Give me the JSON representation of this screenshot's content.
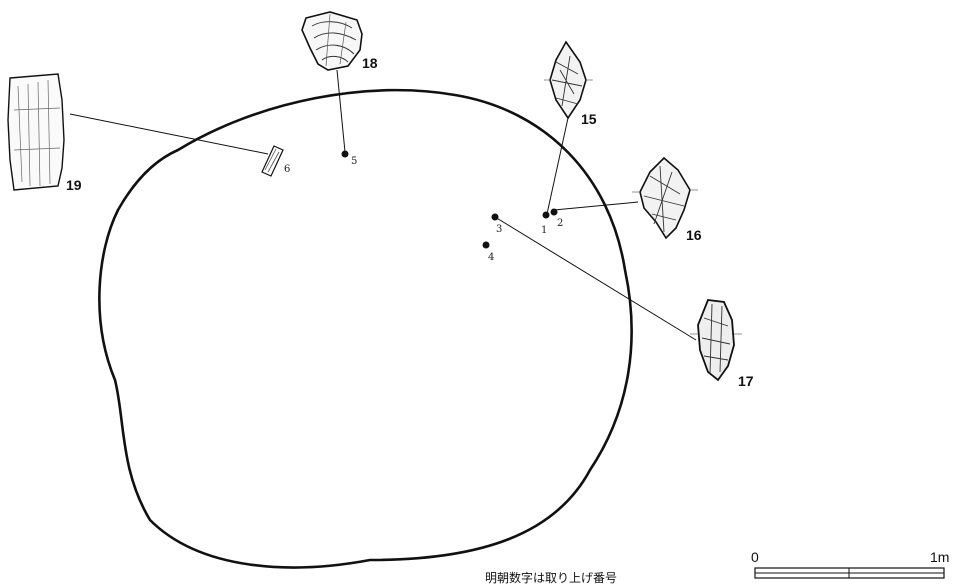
{
  "artifacts": [
    {
      "id": "18",
      "label": "18",
      "icon": "stone-flake-icon"
    },
    {
      "id": "15",
      "label": "15",
      "icon": "arrowhead-icon"
    },
    {
      "id": "16",
      "label": "16",
      "icon": "arrowhead-icon"
    },
    {
      "id": "17",
      "label": "17",
      "icon": "stone-tool-icon"
    },
    {
      "id": "19",
      "label": "19",
      "icon": "whetstone-icon"
    }
  ],
  "find_points": [
    {
      "id": "1",
      "label": "1"
    },
    {
      "id": "2",
      "label": "2"
    },
    {
      "id": "3",
      "label": "3"
    },
    {
      "id": "4",
      "label": "4"
    },
    {
      "id": "5",
      "label": "5"
    },
    {
      "id": "6",
      "label": "6"
    }
  ],
  "scale_bar": {
    "start_label": "0",
    "end_label": "1m"
  },
  "note": "明朝数字は取り上げ番号"
}
